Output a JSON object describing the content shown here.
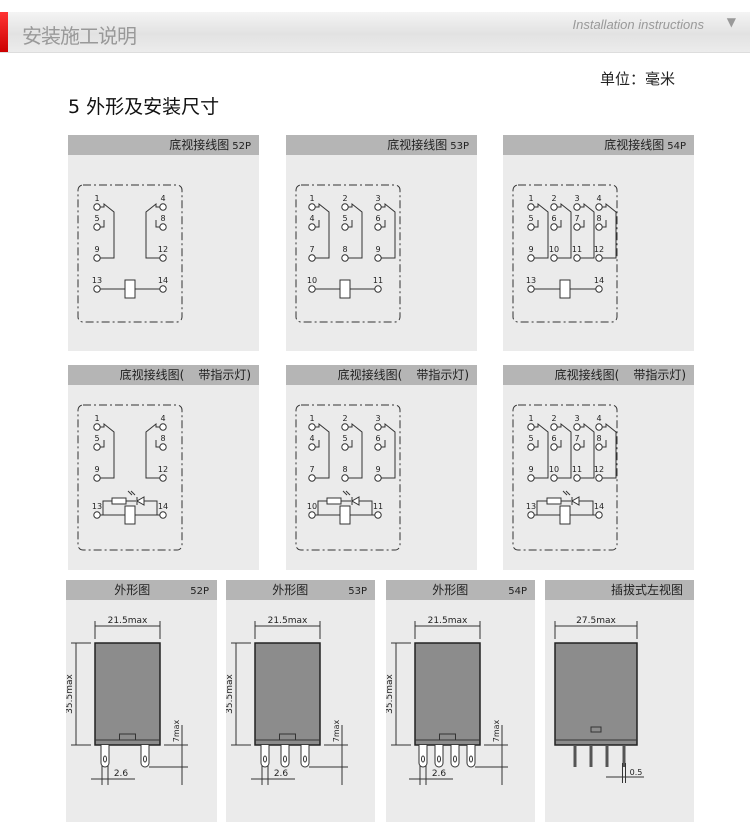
{
  "header": {
    "title": "安装施工说明",
    "subtitle": "Installation instructions",
    "menu_icon": "triangle-down-icon"
  },
  "unit_label": "单位：毫米",
  "section_title": "5 外形及安装尺寸",
  "wiring": [
    {
      "title": "底视接线图",
      "model": "52P",
      "poles": 2,
      "indicator": false,
      "pins": [
        [
          "1",
          "4"
        ],
        [
          "5",
          "8"
        ],
        [
          "9",
          "12"
        ],
        [
          "13",
          "14"
        ]
      ]
    },
    {
      "title": "底视接线图",
      "model": "53P",
      "poles": 3,
      "indicator": false,
      "pins": [
        [
          "1",
          "2",
          "3"
        ],
        [
          "4",
          "5",
          "6"
        ],
        [
          "7",
          "8",
          "9"
        ],
        [
          "10",
          "11"
        ]
      ]
    },
    {
      "title": "底视接线图",
      "model": "54P",
      "poles": 4,
      "indicator": false,
      "pins": [
        [
          "1",
          "2",
          "3",
          "4"
        ],
        [
          "5",
          "6",
          "7",
          "8"
        ],
        [
          "9",
          "10",
          "11",
          "12"
        ],
        [
          "13",
          "14"
        ]
      ]
    },
    {
      "title": "底视接线图(",
      "model": "带指示灯)",
      "poles": 2,
      "indicator": true,
      "pins": [
        [
          "1",
          "4"
        ],
        [
          "5",
          "8"
        ],
        [
          "9",
          "12"
        ],
        [
          "13",
          "14"
        ]
      ]
    },
    {
      "title": "底视接线图(",
      "model": "带指示灯)",
      "poles": 3,
      "indicator": true,
      "pins": [
        [
          "1",
          "2",
          "3"
        ],
        [
          "4",
          "5",
          "6"
        ],
        [
          "7",
          "8",
          "9"
        ],
        [
          "10",
          "11"
        ]
      ]
    },
    {
      "title": "底视接线图(",
      "model": "带指示灯)",
      "poles": 4,
      "indicator": true,
      "pins": [
        [
          "1",
          "2",
          "3",
          "4"
        ],
        [
          "5",
          "6",
          "7",
          "8"
        ],
        [
          "9",
          "10",
          "11",
          "12"
        ],
        [
          "13",
          "14"
        ]
      ]
    }
  ],
  "outlines": [
    {
      "title": "外形图",
      "model": "52P",
      "pins": 2,
      "width": "21.5max",
      "height": "35.5max",
      "pin_len": "7max",
      "pitch": "2.6"
    },
    {
      "title": "外形图",
      "model": "53P",
      "pins": 3,
      "width": "21.5max",
      "height": "35.5max",
      "pin_len": "7max",
      "pitch": "2.6"
    },
    {
      "title": "外形图",
      "model": "54P",
      "pins": 4,
      "width": "21.5max",
      "height": "35.5max",
      "pin_len": "7max",
      "pitch": "2.6"
    },
    {
      "title": "插拔式左视图",
      "model": "",
      "side": true,
      "pins": 4,
      "width": "27.5max",
      "pin_thk": "0.5"
    }
  ]
}
